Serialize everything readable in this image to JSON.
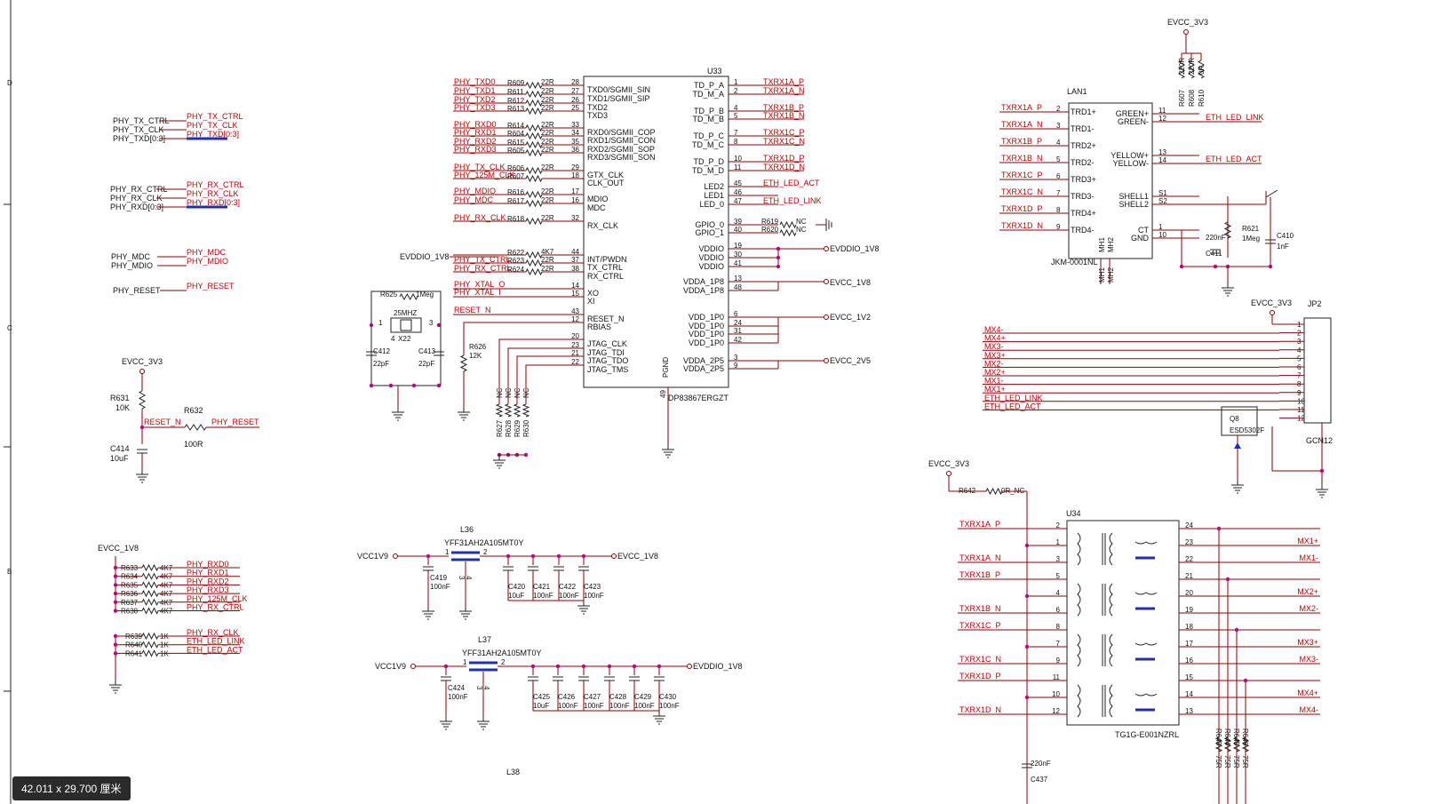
{
  "status": {
    "sheet_size": "42.011 x 29.700 厘米"
  },
  "border": {
    "zones": [
      "D",
      "C",
      "B"
    ]
  },
  "left_nets": {
    "tx": [
      {
        "name": "PHY_TX_CTRL",
        "sig": "PHY_TX_CTRL"
      },
      {
        "name": "PHY_TX_CLK",
        "sig": "PHY_TX_CLK"
      },
      {
        "name": "PHY_TXD[0:3]",
        "sig": "PHY_TXD[0:3]"
      }
    ],
    "rx": [
      {
        "name": "PHY_RX_CTRL",
        "sig": "PHY_RX_CTRL"
      },
      {
        "name": "PHY_RX_CLK",
        "sig": "PHY_RX_CLK"
      },
      {
        "name": "PHY_RXD[0:3]",
        "sig": "PHY_RXD[0:3]"
      }
    ],
    "md": [
      {
        "name": "PHY_MDC",
        "sig": "PHY_MDC"
      },
      {
        "name": "PHY_MDIO",
        "sig": "PHY_MDIO"
      }
    ],
    "reset": {
      "name": "PHY_RESET",
      "sig": "PHY_RESET"
    }
  },
  "reset_circuit": {
    "supply": "EVCC_3V3",
    "r1": "R631",
    "r1v": "10K",
    "net": "RESET_N",
    "r2": "R632",
    "r2v": "100R",
    "out": "PHY_RESET",
    "c": "C414",
    "cv": "10uF"
  },
  "pullups": {
    "supply": "EVCC_1V8",
    "group1": [
      {
        "ref": "R633",
        "val": "4K7",
        "net": "PHY_RXD0"
      },
      {
        "ref": "R634",
        "val": "4K7",
        "net": "PHY_RXD1"
      },
      {
        "ref": "R635",
        "val": "4K7",
        "net": "PHY_RXD2"
      },
      {
        "ref": "R636",
        "val": "4K7",
        "net": "PHY_RXD3"
      },
      {
        "ref": "R637",
        "val": "4K7",
        "net": "PHY_125M_CLK"
      },
      {
        "ref": "R638",
        "val": "4K7",
        "net": "PHY_RX_CTRL"
      }
    ],
    "group2": [
      {
        "ref": "R639",
        "val": "1K",
        "net": "PHY_RX_CLK"
      },
      {
        "ref": "R640",
        "val": "1K",
        "net": "ETH_LED_LINK"
      },
      {
        "ref": "R641",
        "val": "1K",
        "net": "ETH_LED_ACT"
      }
    ]
  },
  "phy": {
    "ref": "U33",
    "part": "DP83867ERGZT",
    "left_pins": [
      {
        "net": "PHY_TXD0",
        "ref": "R609",
        "val": "22R",
        "num": "28",
        "name": "TXD0/SGMII_SIN"
      },
      {
        "net": "PHY_TXD1",
        "ref": "R611",
        "val": "22R",
        "num": "27",
        "name": "TXD1/SGMII_SIP"
      },
      {
        "net": "PHY_TXD2",
        "ref": "R612",
        "val": "22R",
        "num": "26",
        "name": "TXD2"
      },
      {
        "net": "PHY_TXD3",
        "ref": "R613",
        "val": "22R",
        "num": "25",
        "name": "TXD3"
      },
      {
        "net": "PHY_RXD0",
        "ref": "R614",
        "val": "22R",
        "num": "33",
        "name": "RXD0/SGMII_COP"
      },
      {
        "net": "PHY_RXD1",
        "ref": "R604",
        "val": "22R",
        "num": "34",
        "name": "RXD1/SGMII_CON"
      },
      {
        "net": "PHY_RXD2",
        "ref": "R615",
        "val": "22R",
        "num": "35",
        "name": "RXD2/SGMII_SOP"
      },
      {
        "net": "PHY_RXD3",
        "ref": "R605",
        "val": "22R",
        "num": "36",
        "name": "RXD3/SGMII_SON"
      },
      {
        "net": "PHY_TX_CLK",
        "ref": "R606",
        "val": "22R",
        "num": "29",
        "name": "GTX_CLK"
      },
      {
        "net": "PHY_125M_CLK",
        "ref": "R607",
        "val": "",
        "num": "18",
        "name": "CLK_OUT"
      },
      {
        "net": "PHY_MDIO",
        "ref": "R616",
        "val": "22R",
        "num": "17",
        "name": "MDIO"
      },
      {
        "net": "PHY_MDC",
        "ref": "R617",
        "val": "22R",
        "num": "16",
        "name": "MDC"
      },
      {
        "net": "PHY_RX_CLK",
        "ref": "R618",
        "val": "22R",
        "num": "32",
        "name": "RX_CLK"
      },
      {
        "net": "",
        "ref": "R622",
        "val": "4K7",
        "num": "44",
        "name": "INT/PWDN"
      },
      {
        "net": "PHY_TX_CTRL",
        "ref": "R623",
        "val": "22R",
        "num": "37",
        "name": "TX_CTRL"
      },
      {
        "net": "PHY_RX_CTRL",
        "ref": "R624",
        "val": "22R",
        "num": "38",
        "name": "RX_CTRL"
      },
      {
        "net": "PHY_XTAL_O",
        "ref": "",
        "val": "",
        "num": "14",
        "name": "XO"
      },
      {
        "net": "PHY_XTAL_I",
        "ref": "",
        "val": "",
        "num": "15",
        "name": "XI"
      },
      {
        "net": "RESET_N",
        "ref": "",
        "val": "",
        "num": "43",
        "name": "RESET_N"
      },
      {
        "net": "",
        "ref": "",
        "val": "",
        "num": "12",
        "name": "RBIAS"
      },
      {
        "net": "",
        "ref": "",
        "val": "",
        "num": "20",
        "name": "JTAG_CLK"
      },
      {
        "net": "",
        "ref": "",
        "val": "",
        "num": "23",
        "name": "JTAG_TDI"
      },
      {
        "net": "",
        "ref": "",
        "val": "",
        "num": "21",
        "name": "JTAG_TDO"
      },
      {
        "net": "",
        "ref": "",
        "val": "",
        "num": "22",
        "name": "JTAG_TMS"
      }
    ],
    "right_pins": [
      {
        "name": "TD_P_A",
        "num": "1",
        "net": "TXRX1A_P"
      },
      {
        "name": "TD_M_A",
        "num": "2",
        "net": "TXRX1A_N"
      },
      {
        "name": "TD_P_B",
        "num": "4",
        "net": "TXRX1B_P"
      },
      {
        "name": "TD_M_B",
        "num": "5",
        "net": "TXRX1B_N"
      },
      {
        "name": "TD_P_C",
        "num": "7",
        "net": "TXRX1C_P"
      },
      {
        "name": "TD_M_C",
        "num": "8",
        "net": "TXRX1C_N"
      },
      {
        "name": "TD_P_D",
        "num": "10",
        "net": "TXRX1D_P"
      },
      {
        "name": "TD_M_D",
        "num": "11",
        "net": "TXRX1D_N"
      },
      {
        "name": "LED2",
        "num": "45",
        "net": "ETH_LED_ACT"
      },
      {
        "name": "LED1",
        "num": "46",
        "net": ""
      },
      {
        "name": "LED_0",
        "num": "47",
        "net": "ETH_LED_LINK"
      },
      {
        "name": "GPIO_0",
        "num": "39",
        "net": "R619 NC"
      },
      {
        "name": "GPIO_1",
        "num": "40",
        "net": "R620 NC"
      },
      {
        "name": "VDDIO",
        "num": "19",
        "net": "EVDDIO_1V8"
      },
      {
        "name": "VDDIO",
        "num": "30",
        "net": ""
      },
      {
        "name": "VDDIO",
        "num": "41",
        "net": ""
      },
      {
        "name": "VDDA_1P8",
        "num": "13",
        "net": "EVCC_1V8"
      },
      {
        "name": "VDDA_1P8",
        "num": "48",
        "net": ""
      },
      {
        "name": "VDD_1P0",
        "num": "6",
        "net": "EVCC_1V2"
      },
      {
        "name": "VDD_1P0",
        "num": "24",
        "net": ""
      },
      {
        "name": "VDD_1P0",
        "num": "31",
        "net": ""
      },
      {
        "name": "VDD_1P0",
        "num": "42",
        "net": ""
      },
      {
        "name": "VDDA_2P5",
        "num": "3",
        "net": "EVCC_2V5"
      },
      {
        "name": "VDDA_2P5",
        "num": "9",
        "net": ""
      }
    ],
    "pgnd": "PGND",
    "pgnd_num": "49",
    "evddio_label": "EVDDIO_1V8",
    "r625": "R625",
    "r625v": "1Meg",
    "xtal": "25MHZ",
    "xtal_ref": "X2",
    "c412": "C412",
    "c412v": "22pF",
    "c413": "C413",
    "c413v": "22pF",
    "r626": "R626",
    "r626v": "12K",
    "jtag_res": [
      "R627",
      "R628",
      "R629",
      "R630"
    ],
    "jtag_nc": "NC"
  },
  "lan": {
    "ref": "LAN1",
    "part": "JKM-0001NL",
    "supply": "EVCC_3V3",
    "top_res": [
      {
        "ref": "R607",
        "val": "220R"
      },
      {
        "ref": "R608",
        "val": "220R"
      },
      {
        "ref": "R610",
        "val": "0R"
      }
    ],
    "left_pins": [
      {
        "net": "TXRX1A_P",
        "num": "2",
        "name": "TRD1+"
      },
      {
        "net": "TXRX1A_N",
        "num": "3",
        "name": "TRD1-"
      },
      {
        "net": "TXRX1B_P",
        "num": "4",
        "name": "TRD2+"
      },
      {
        "net": "TXRX1B_N",
        "num": "5",
        "name": "TRD2-"
      },
      {
        "net": "TXRX1C_P",
        "num": "6",
        "name": "TRD3+"
      },
      {
        "net": "TXRX1C_N",
        "num": "7",
        "name": "TRD3-"
      },
      {
        "net": "TXRX1D_P",
        "num": "8",
        "name": "TRD4+"
      },
      {
        "net": "TXRX1D_N",
        "num": "9",
        "name": "TRD4-"
      }
    ],
    "right_pins": [
      {
        "name": "GREEN+",
        "num": "11",
        "net": ""
      },
      {
        "name": "GREEN-",
        "num": "12",
        "net": "ETH_LED_LINK"
      },
      {
        "name": "YELLOW+",
        "num": "13",
        "net": ""
      },
      {
        "name": "YELLOW-",
        "num": "14",
        "net": "ETH_LED_ACT"
      },
      {
        "name": "SHELL1",
        "num": "S1",
        "net": ""
      },
      {
        "name": "SHELL2",
        "num": "S2",
        "net": ""
      },
      {
        "name": "CT",
        "num": "1",
        "net": ""
      },
      {
        "name": "GND",
        "num": "10",
        "net": ""
      }
    ],
    "mh": [
      "MH1",
      "MH2"
    ],
    "c411": "C411",
    "c411v": "220nF",
    "r621": "R621",
    "r621v": "1Meg",
    "c410": "C410",
    "c410v": "1nF"
  },
  "jp2": {
    "ref": "JP2",
    "supply": "EVCC_3V3",
    "part": "GCN12",
    "nets": [
      "MX4-",
      "MX4+",
      "MX3-",
      "MX3+",
      "MX2-",
      "MX2+",
      "MX1-",
      "MX1+",
      "ETH_LED_LINK",
      "ETH_LED_ACT"
    ],
    "pins": [
      "1",
      "2",
      "3",
      "4",
      "5",
      "6",
      "7",
      "8",
      "9",
      "10",
      "11",
      "12"
    ],
    "q_ref": "Q8",
    "q_part": "ESD5302F"
  },
  "u34": {
    "ref": "U34",
    "part": "TG1G-E001NZRL",
    "supply": "EVCC_3V3",
    "r642": "R642",
    "r642v": "0R_NC",
    "left_pins": [
      {
        "net": "TXRX1A_P",
        "num": "2"
      },
      {
        "net": "",
        "num": "1"
      },
      {
        "net": "TXRX1A_N",
        "num": "3"
      },
      {
        "net": "TXRX1B_P",
        "num": "5"
      },
      {
        "net": "",
        "num": "4"
      },
      {
        "net": "TXRX1B_N",
        "num": "6"
      },
      {
        "net": "TXRX1C_P",
        "num": "8"
      },
      {
        "net": "",
        "num": "7"
      },
      {
        "net": "TXRX1C_N",
        "num": "9"
      },
      {
        "net": "TXRX1D_P",
        "num": "11"
      },
      {
        "net": "",
        "num": "10"
      },
      {
        "net": "TXRX1D_N",
        "num": "12"
      }
    ],
    "right_pins": [
      {
        "num": "24",
        "net": ""
      },
      {
        "num": "23",
        "net": "MX1+"
      },
      {
        "num": "22",
        "net": "MX1-"
      },
      {
        "num": "21",
        "net": ""
      },
      {
        "num": "20",
        "net": "MX2+"
      },
      {
        "num": "19",
        "net": "MX2-"
      },
      {
        "num": "18",
        "net": ""
      },
      {
        "num": "17",
        "net": "MX3+"
      },
      {
        "num": "16",
        "net": "MX3-"
      },
      {
        "num": "15",
        "net": ""
      },
      {
        "num": "14",
        "net": "MX4+"
      },
      {
        "num": "13",
        "net": "MX4-"
      }
    ],
    "bottom_res": [
      "R643 75R",
      "R644 75R",
      "R645 75R",
      "R646 75R"
    ],
    "c437": "C437",
    "c437v": "220nF"
  },
  "filters": [
    {
      "ref": "L36",
      "part": "YFF31AH2A105MT0Y",
      "in": "VCC1V9",
      "out": "EVCC_1V8",
      "pins": [
        "1",
        "2",
        "3",
        "4"
      ],
      "in_caps": [
        {
          "ref": "C419",
          "val": "100nF"
        }
      ],
      "out_caps": [
        {
          "ref": "C420",
          "val": "10uF"
        },
        {
          "ref": "C421",
          "val": "100nF"
        },
        {
          "ref": "C422",
          "val": "100nF"
        },
        {
          "ref": "C423",
          "val": "100nF"
        }
      ]
    },
    {
      "ref": "L37",
      "part": "YFF31AH2A105MT0Y",
      "in": "VCC1V9",
      "out": "EVDDIO_1V8",
      "pins": [
        "1",
        "2",
        "3",
        "4"
      ],
      "in_caps": [
        {
          "ref": "C424",
          "val": "100nF"
        }
      ],
      "out_caps": [
        {
          "ref": "C425",
          "val": "10uF"
        },
        {
          "ref": "C426",
          "val": "100nF"
        },
        {
          "ref": "C427",
          "val": "100nF"
        },
        {
          "ref": "C428",
          "val": "100nF"
        },
        {
          "ref": "C429",
          "val": "100nF"
        },
        {
          "ref": "C430",
          "val": "100nF"
        }
      ]
    }
  ],
  "l38": "L38",
  "colors": {
    "wire": "#8b0000",
    "net_label": "#c00000",
    "bus": "#1f2fb0",
    "junction": "#c0007a"
  }
}
